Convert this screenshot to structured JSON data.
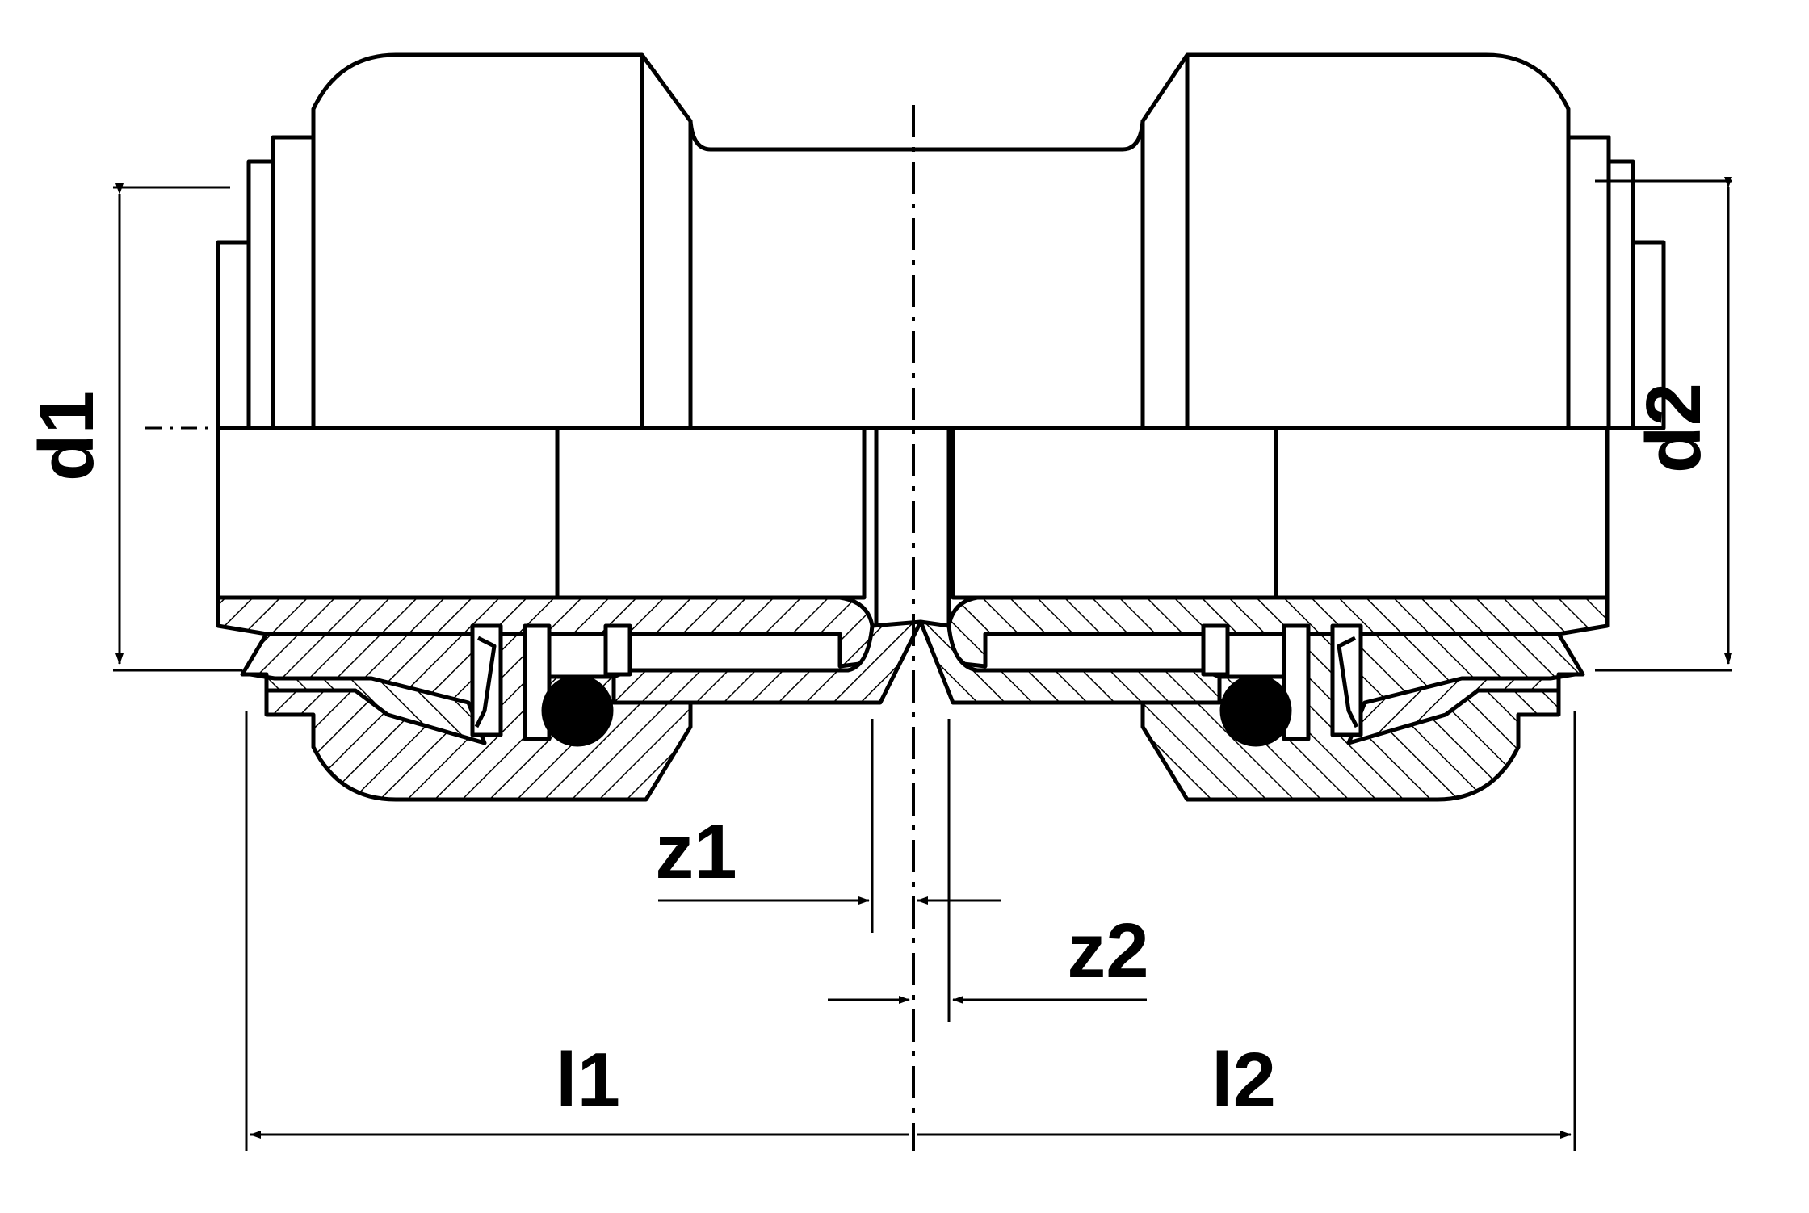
{
  "diagram": {
    "labels": {
      "d1": "d1",
      "d2": "d2",
      "z1": "z1",
      "z2": "z2",
      "l1": "l1",
      "l2": "l2"
    },
    "colors": {
      "line": "#000000",
      "background": "#ffffff",
      "seal": "#000000"
    }
  }
}
